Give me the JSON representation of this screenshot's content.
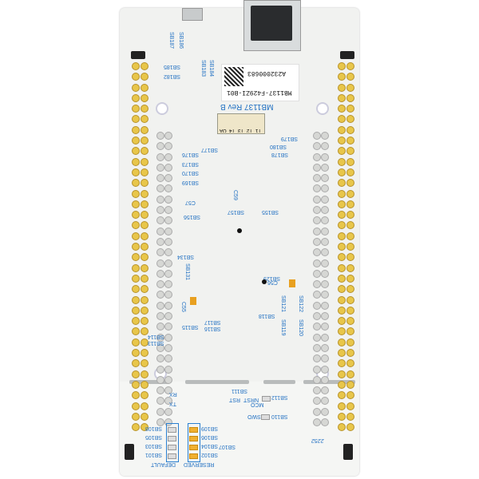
{
  "sticker": {
    "serial": "A232000683",
    "part": "MB1137-F429ZI-B01"
  },
  "board_rev": "MB1137 Rev B",
  "test_boxes": [
    "T1",
    "T2",
    "T3",
    "T4",
    "OA"
  ],
  "labels": {
    "sb_top": [
      "SB187",
      "SB186",
      "SB185",
      "SB182",
      "SB184",
      "SB183"
    ],
    "sb_left": [
      "SB176",
      "SB173",
      "SB170",
      "SB169",
      "SB177"
    ],
    "sb_mid": [
      "SB178",
      "SB180",
      "SB179",
      "SB156",
      "SB157",
      "SB155",
      "SB131",
      "SB134",
      "SB129",
      "SB121",
      "SB122",
      "SB120",
      "SB119",
      "SB118",
      "SB117",
      "SB116",
      "SB115",
      "SB113",
      "SB114"
    ],
    "caps": [
      "C56",
      "C57",
      "C59",
      "C55"
    ],
    "lower": {
      "rx": "RX",
      "tx": "TX",
      "mco": "MCO",
      "nrst": "NRST",
      "rst": "RST",
      "swo": "SWO",
      "sb111": "SB111",
      "sb112": "SB112",
      "sb110": "SB110",
      "sb107": "SB107",
      "default_group": [
        "SB108",
        "SB105",
        "SB103",
        "SB101"
      ],
      "reserved_group": [
        "SB109",
        "SB106",
        "SB104",
        "SB102"
      ],
      "default": "DEFAULT",
      "reserved": "RESERVED",
      "code": "2252"
    }
  }
}
